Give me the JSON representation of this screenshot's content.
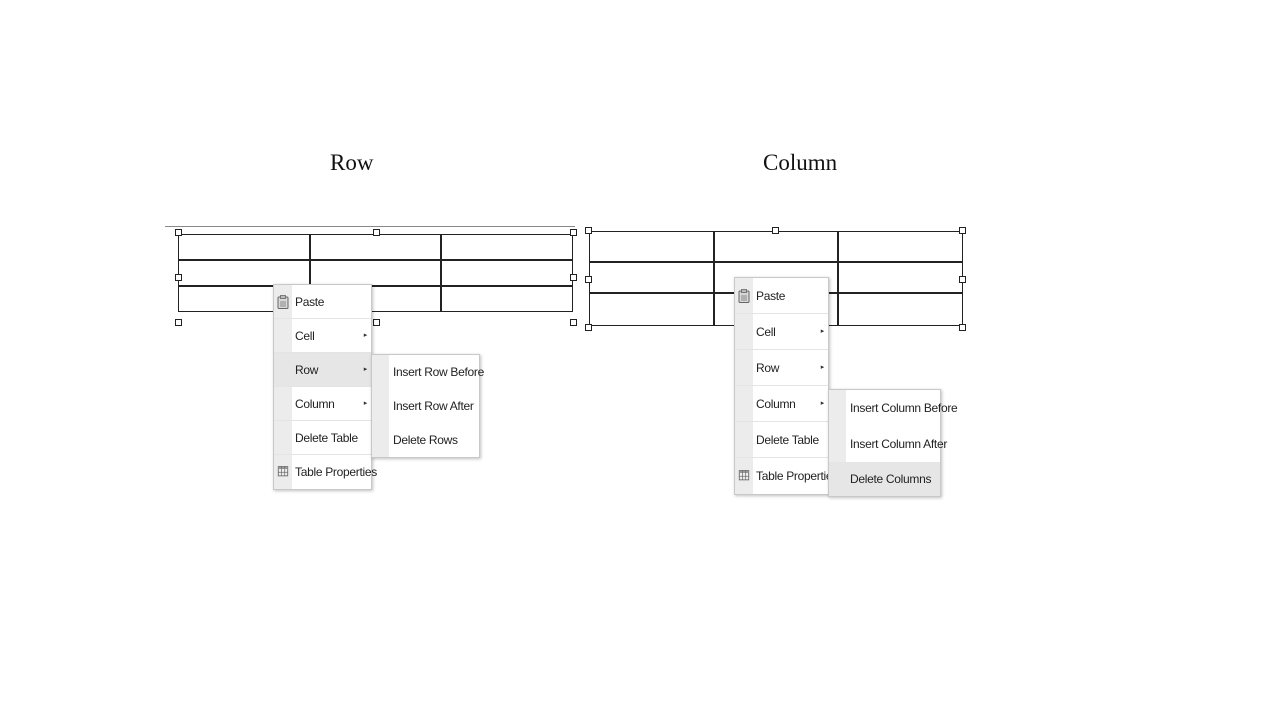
{
  "captions": {
    "left": "Row",
    "right": "Column"
  },
  "left_menu": {
    "items": [
      {
        "label": "Paste",
        "icon": "clipboard-icon"
      },
      {
        "label": "Cell",
        "submenu": true
      },
      {
        "label": "Row",
        "submenu": true,
        "active": true
      },
      {
        "label": "Column",
        "submenu": true
      },
      {
        "label": "Delete Table"
      },
      {
        "label": "Table Properties",
        "icon": "table-grid-icon"
      }
    ],
    "submenu_items": [
      {
        "label": "Insert Row Before"
      },
      {
        "label": "Insert Row After"
      },
      {
        "label": "Delete Rows"
      }
    ]
  },
  "right_menu": {
    "items": [
      {
        "label": "Paste",
        "icon": "clipboard-icon"
      },
      {
        "label": "Cell",
        "submenu": true
      },
      {
        "label": "Row",
        "submenu": true
      },
      {
        "label": "Column",
        "submenu": true,
        "active": true
      },
      {
        "label": "Delete Table"
      },
      {
        "label": "Table Properties",
        "icon": "table-grid-icon"
      }
    ],
    "submenu_items": [
      {
        "label": "Insert Column Before"
      },
      {
        "label": "Insert Column After"
      },
      {
        "label": "Delete Columns",
        "active": true
      }
    ]
  },
  "submenu_arrow": "▸"
}
